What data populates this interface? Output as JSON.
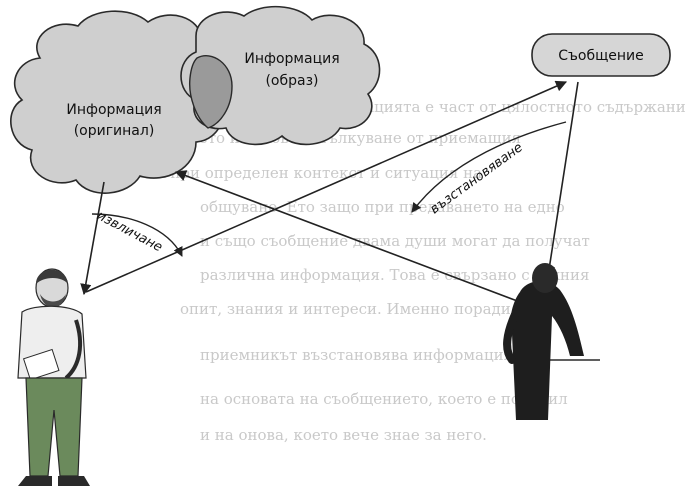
{
  "nodes": {
    "original": {
      "line1": "Информация",
      "line2": "(оригинал)"
    },
    "image": {
      "line1": "Информация",
      "line2": "(образ)"
    },
    "message": {
      "label": "Съобщение"
    }
  },
  "arrows": {
    "extraction": {
      "label": "извличане"
    },
    "restoration": {
      "label": "възстановяване"
    }
  },
  "colors": {
    "cloud_fill": "#cfcfcf",
    "overlap_fill": "#9a9a9a",
    "outline": "#2a2a2a",
    "person_pants": "#6b8a5c"
  },
  "background_text": {
    "lines": [
      "Информацията е част от цялостното съдържание на",
      "съобщението и неговото тълкуване от приемащия",
      "човек при определен контекст и ситуация на",
      "общуване. Ето защо при предаването на едно",
      "и също съобщение двама души могат да получат",
      "различна информация. Това е свързано с техния",
      "опит, знания и интереси. Именно поради това",
      "приемникът възстановява информацията",
      "на основата на съобщението, което е получил",
      "и на онова, което вече знае за него."
    ]
  }
}
